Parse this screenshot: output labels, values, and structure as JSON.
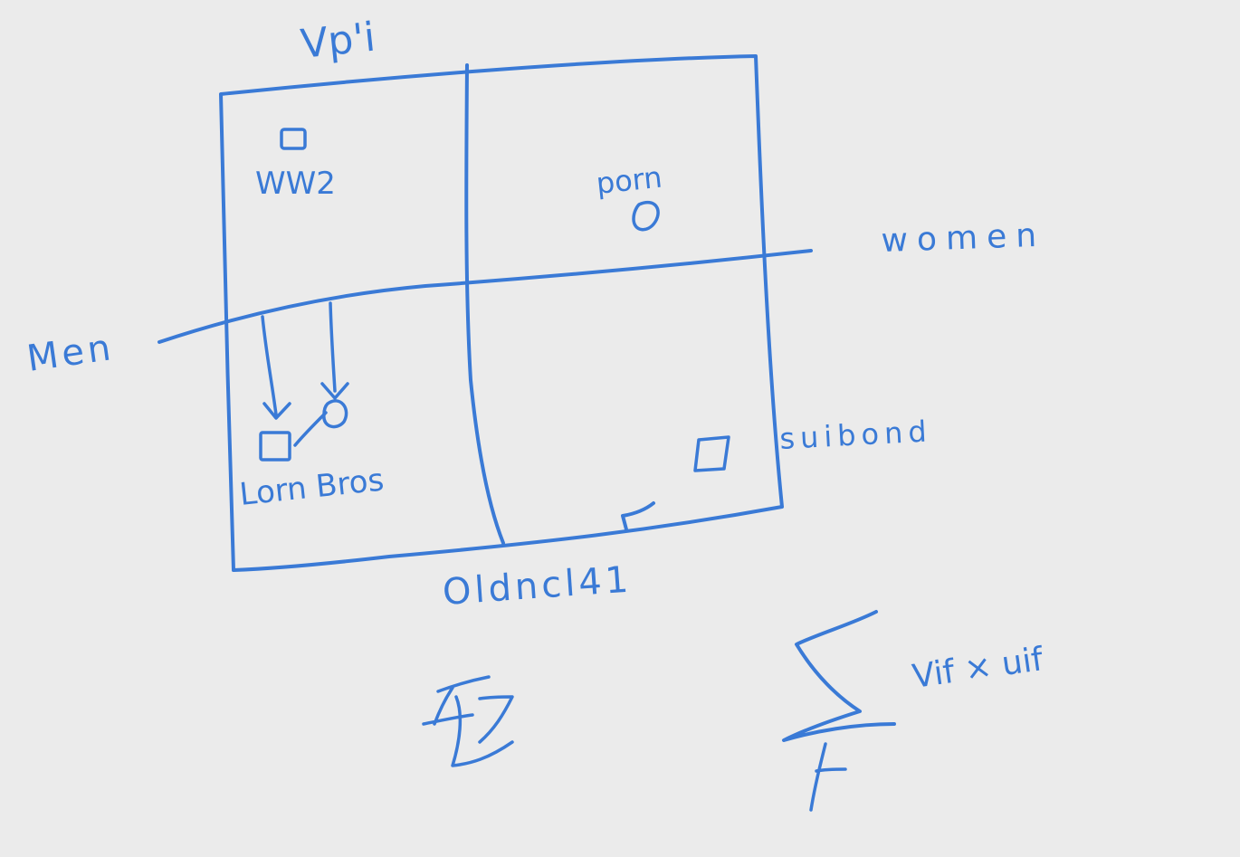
{
  "ink_color": "#3a7ad6",
  "background_color": "#ebebeb",
  "labels": {
    "top": "Vp'i",
    "top_left_cell": "WW2",
    "top_right_cell": "porn",
    "right_axis": "women",
    "left_axis": "Men",
    "bottom_left_cell": "Lorn Bros",
    "right_cell_label": "suibond",
    "bottom": "Oldncl41"
  },
  "formula": {
    "symbol": "∑",
    "index": "f",
    "expression": "Vif × uif"
  },
  "bottom_scribble": "包"
}
